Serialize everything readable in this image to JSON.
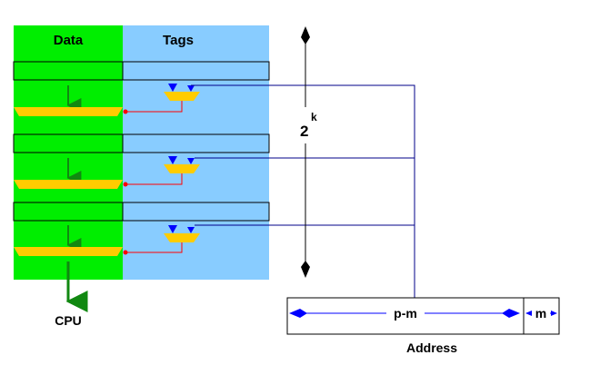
{
  "headers": {
    "data": "Data",
    "tags": "Tags"
  },
  "cpu_label": "CPU",
  "size": {
    "base": "2",
    "exponent": "k"
  },
  "address": {
    "high_field": "p-m",
    "low_field": "m",
    "caption": "Address"
  },
  "colors": {
    "data_column": "#00ee00",
    "tags_column": "#88ccff",
    "multiplexer": "#ffcc00",
    "data_flow_arrow": "#118811",
    "select_line": "#ff0000",
    "address_arrow": "#0000ff",
    "wire": "#000088"
  },
  "icons": [
    "down-arrow-icon",
    "comparator-icon",
    "multiplexer-icon",
    "double-arrow-icon"
  ]
}
